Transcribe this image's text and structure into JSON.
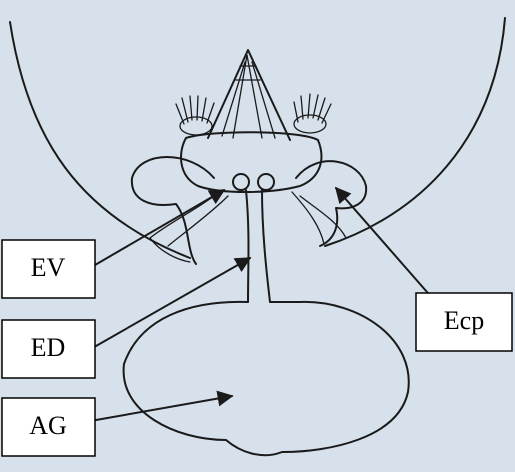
{
  "labels": {
    "ev": "EV",
    "ed": "ED",
    "ag": "AG",
    "ecp": "Ecp"
  },
  "colors": {
    "paper": "#d6e1ec",
    "ink": "#1a1a1a",
    "label_fill": "#ffffff"
  }
}
